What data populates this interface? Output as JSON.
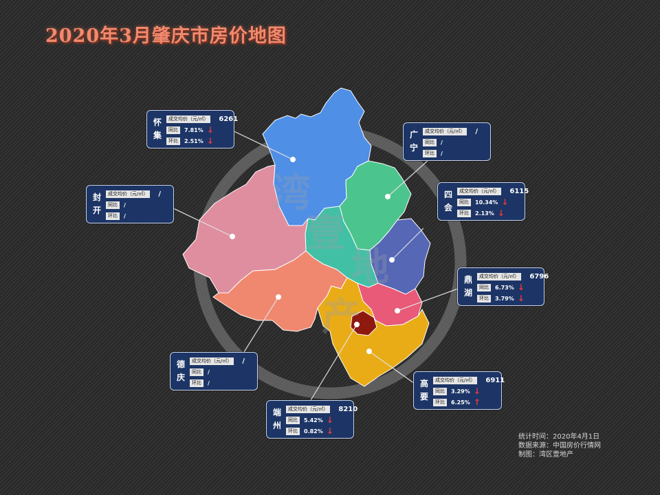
{
  "title": "2020年3月肇庆市房价地图",
  "watermark": [
    "湾",
    "壹",
    "地",
    "产"
  ],
  "labels": {
    "price": "成交均价（元/㎡）",
    "yoy": "同比",
    "mom": "环比"
  },
  "colors": {
    "huaiji": "#4f8fe6",
    "guangning": "#4cc48d",
    "sihui": "#5567b5",
    "fengkai": "#df8ea0",
    "deqing": "#f08870",
    "dinghu": "#e85a78",
    "gaoyao": "#e9ac16",
    "duanzhou": "#8e1a0f",
    "center": "#42c0a6",
    "card_bg": "#1d3566",
    "arrow": "#e83a3a"
  },
  "districts": [
    {
      "id": "huaiji",
      "name": "怀集",
      "price": "6261",
      "yoy": "7.81%",
      "mom": "2.51%",
      "yoy_dir": "down",
      "mom_dir": "down"
    },
    {
      "id": "guangning",
      "name": "广宁",
      "price": "/",
      "yoy": "/",
      "mom": "/",
      "yoy_dir": "",
      "mom_dir": ""
    },
    {
      "id": "sihui",
      "name": "四会",
      "price": "6115",
      "yoy": "10.34%",
      "mom": "2.13%",
      "yoy_dir": "down",
      "mom_dir": "down"
    },
    {
      "id": "fengkai",
      "name": "封开",
      "price": "/",
      "yoy": "/",
      "mom": "/",
      "yoy_dir": "",
      "mom_dir": ""
    },
    {
      "id": "dinghu",
      "name": "鼎湖",
      "price": "6796",
      "yoy": "6.73%",
      "mom": "3.79%",
      "yoy_dir": "down",
      "mom_dir": "down"
    },
    {
      "id": "deqing",
      "name": "德庆",
      "price": "/",
      "yoy": "/",
      "mom": "/",
      "yoy_dir": "",
      "mom_dir": ""
    },
    {
      "id": "gaoyao",
      "name": "高要",
      "price": "6911",
      "yoy": "3.29%",
      "mom": "6.25%",
      "yoy_dir": "down",
      "mom_dir": "up"
    },
    {
      "id": "duanzhou",
      "name": "端州",
      "price": "8210",
      "yoy": "5.42%",
      "mom": "0.82%",
      "yoy_dir": "down",
      "mom_dir": "down"
    }
  ],
  "footer": [
    "统计时间：2020年4月1日",
    "数据来源：中国房价行情网",
    "制图：湾区壹地产"
  ]
}
